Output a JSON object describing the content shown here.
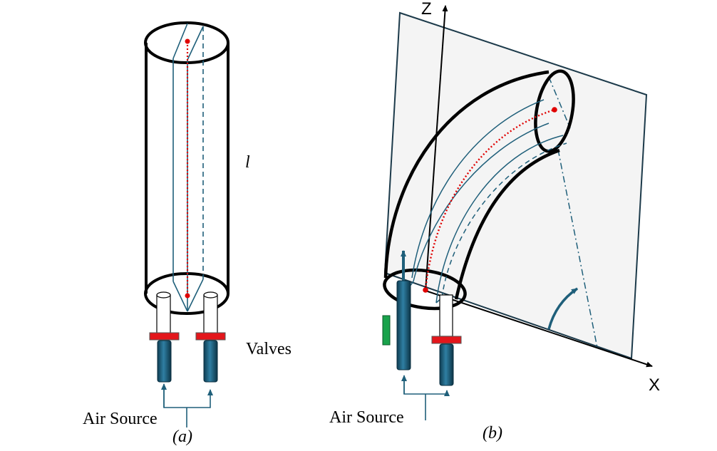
{
  "panel_a": {
    "length_label": "l",
    "valves_label": "Valves",
    "air_source_label": "Air Source",
    "caption": "(a)"
  },
  "panel_b": {
    "z_axis_label": "Z",
    "x_axis_label": "X",
    "air_source_label": "Air Source",
    "caption": "(b)"
  },
  "colors": {
    "outline": "#000000",
    "channel": "#1f5f7a",
    "center_line": "#e00000",
    "valve": "#e3161b",
    "tube": "#1b5c78",
    "plane_fill": "#f4f4f4",
    "plane_stroke": "#1c3a4a",
    "indicator": "#19a24b"
  }
}
